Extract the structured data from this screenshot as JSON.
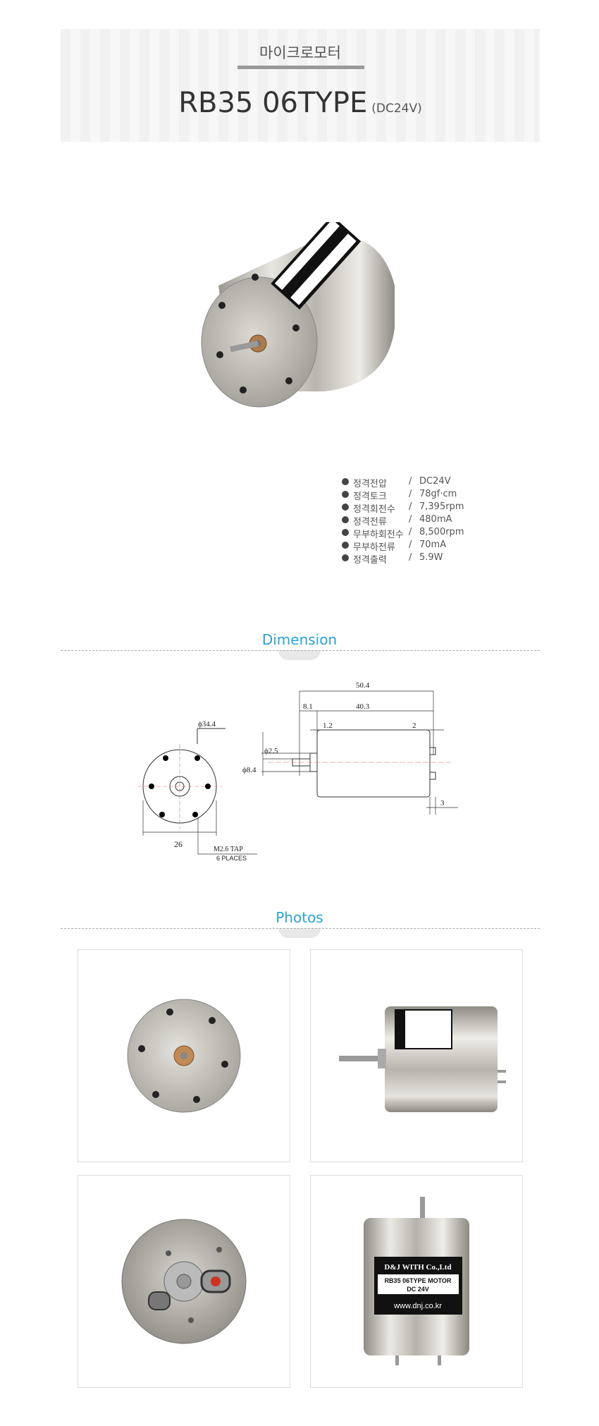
{
  "header": {
    "category": "마이크로모터",
    "model": "RB35  06TYPE",
    "voltage_suffix": "(DC24V)"
  },
  "specs": [
    {
      "label": "정격전압",
      "sep": "/",
      "value": "DC24V"
    },
    {
      "label": "정격토크",
      "sep": "/",
      "value": "78gf·cm"
    },
    {
      "label": "정격회전수",
      "sep": "/",
      "value": "7,395rpm"
    },
    {
      "label": "정격전류",
      "sep": "/",
      "value": "480mA"
    },
    {
      "label": "무부하회전수",
      "sep": "/",
      "value": "8,500rpm"
    },
    {
      "label": "무부하전류",
      "sep": "/",
      "value": "70mA"
    },
    {
      "label": "정격출력",
      "sep": "/",
      "value": "5.9W"
    }
  ],
  "sections": {
    "dimension": "Dimension",
    "photos": "Photos"
  },
  "dimension_drawing": {
    "front_diameter": "ϕ34.4",
    "width": "26",
    "tap": "M2.6 TAP",
    "tap_places": "6 PLACES",
    "total_length": "50.4",
    "shaft_length": "8.1",
    "body_length": "40.3",
    "boss": "1.2",
    "terminal": "2",
    "shaft_diameter": "ϕ2.5",
    "boss_diameter": "ϕ8.4",
    "terminal_offset": "3"
  },
  "motor_label": {
    "line1": "D&J WITH Co.,Ltd",
    "line2": "RB35 06TYPE MOTOR",
    "line3": "DC 24V",
    "line4": "www.dnj.co.kr"
  }
}
